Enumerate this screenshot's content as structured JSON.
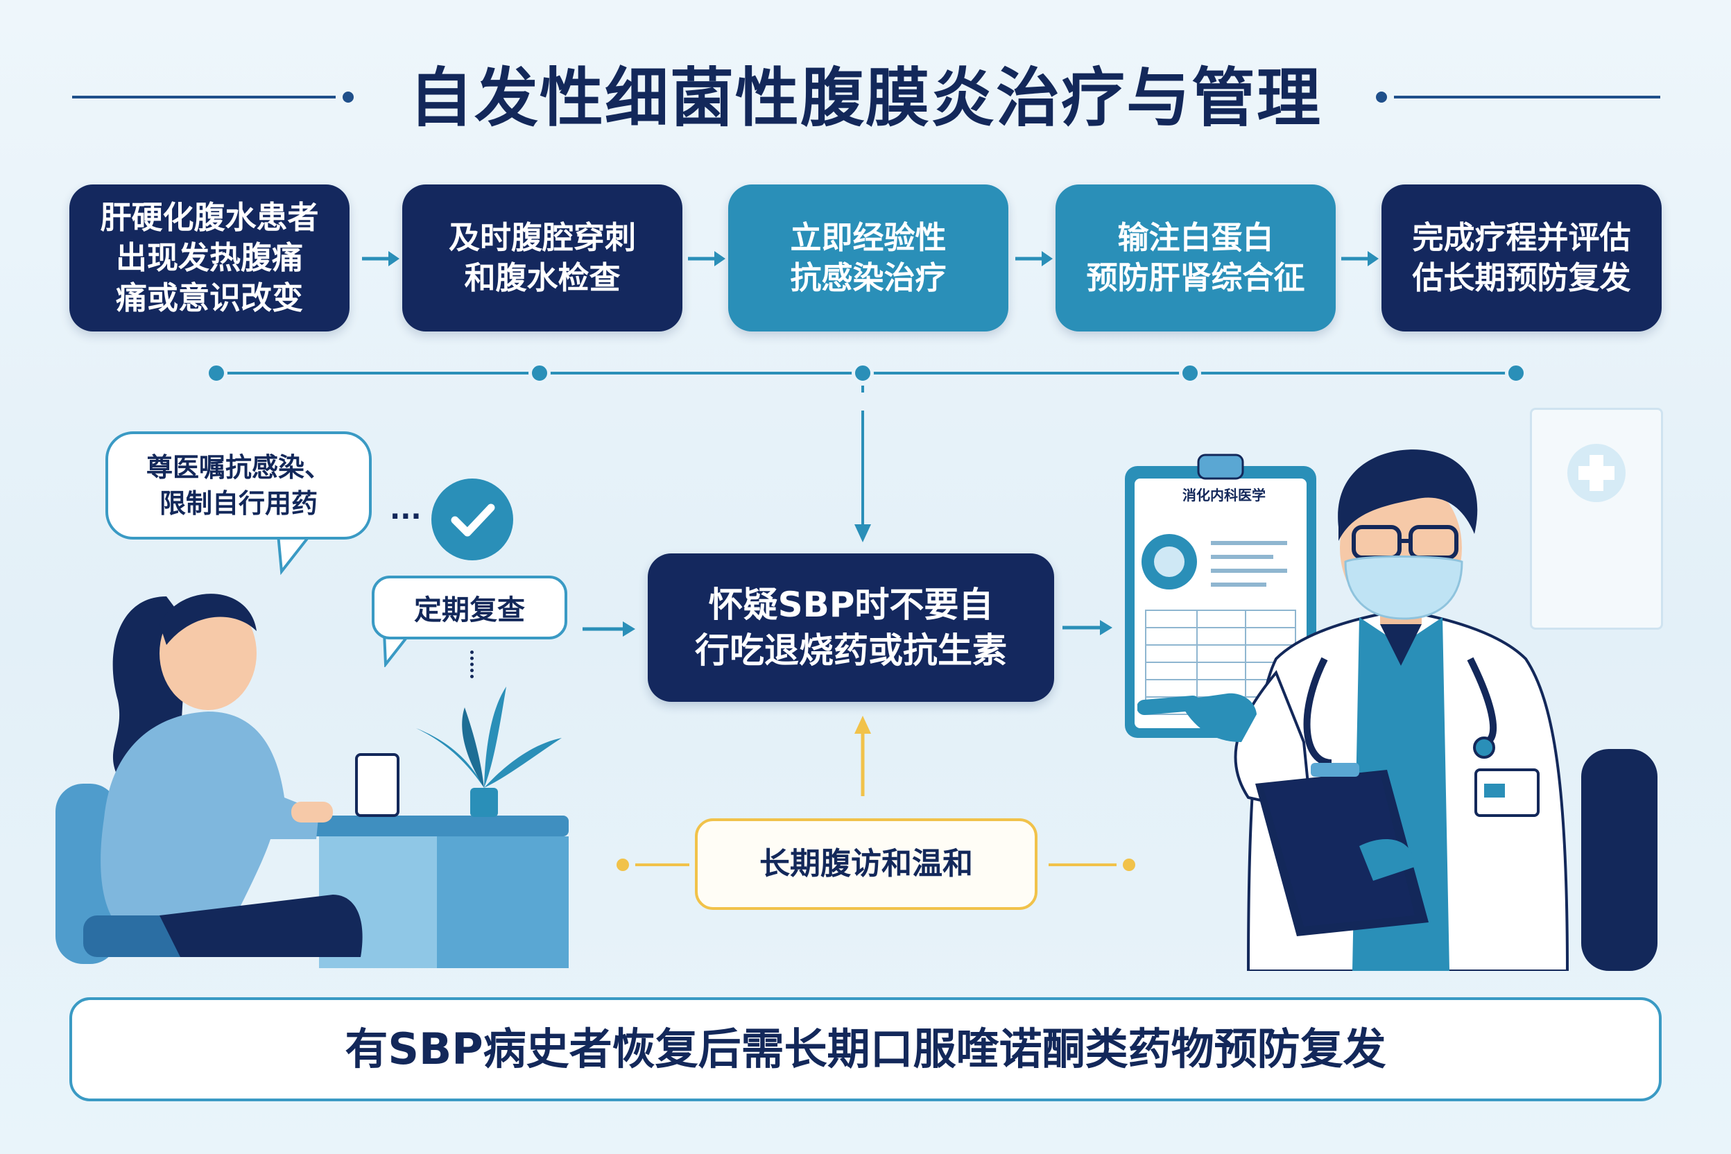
{
  "title": "自发性细菌性腹膜炎治疗与管理",
  "steps": [
    {
      "label": "肝硬化腹水患者\n出现发热腹痛\n痛或意识改变",
      "style": "dark"
    },
    {
      "label": "及时腹腔穿刺\n和腹水检查",
      "style": "dark"
    },
    {
      "label": "立即经验性\n抗感染治疗",
      "style": "teal"
    },
    {
      "label": "输注白蛋白\n预防肝肾综合征",
      "style": "teal"
    },
    {
      "label": "完成疗程并评估\n估长期预防复发",
      "style": "dark"
    }
  ],
  "patient_bubbles": {
    "advice": "尊医嘱抗感染、\n限制自行用药",
    "checkup": "定期复查"
  },
  "center_warning": "怀疑SBP时不要自\n行吃退烧药或抗生素",
  "followup": "长期腹访和温和",
  "bottom_note": "有SBP病史者恢复后需长期口服喹诺酮类药物预防复发",
  "clipboard_title": "消化内科医学",
  "icons": {
    "check": "check-icon",
    "arrow": "arrow-right-icon",
    "doctor": "doctor-illustration",
    "patient": "patient-illustration",
    "medical_cross": "medical-cross-icon"
  },
  "colors": {
    "navy": "#14285e",
    "teal": "#2a8fb8",
    "yellow": "#f1c24a",
    "background": "#e8f3fa"
  }
}
